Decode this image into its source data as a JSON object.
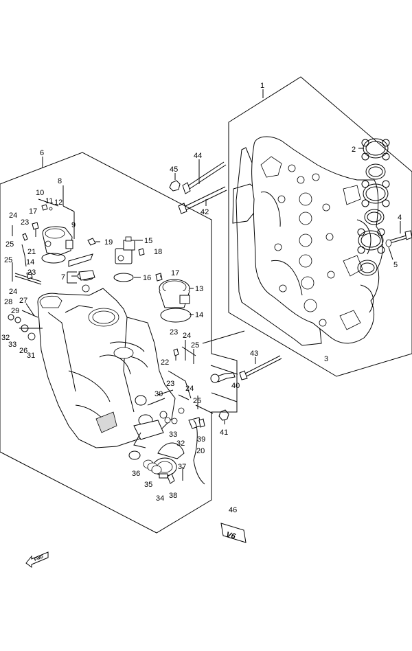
{
  "diagram": {
    "labels": {
      "p1": "1",
      "p2": "2",
      "p3": "3",
      "p4": "4",
      "p5": "5",
      "p6": "6",
      "p7": "7",
      "p8": "8",
      "p9": "9",
      "p10": "10",
      "p11": "11",
      "p12": "12",
      "p13": "13",
      "p14a": "14",
      "p14b": "14",
      "p15": "15",
      "p16": "16",
      "p17a": "17",
      "p17b": "17",
      "p18": "18",
      "p19": "19",
      "p20": "20",
      "p21": "21",
      "p22": "22",
      "p23a": "23",
      "p23b": "23",
      "p23c": "23",
      "p23d": "23",
      "p24a": "24",
      "p24b": "24",
      "p24c": "24",
      "p24d": "24",
      "p25a": "25",
      "p25b": "25",
      "p25c": "25",
      "p25d": "25",
      "p25e": "25",
      "p26": "26",
      "p27": "27",
      "p28": "28",
      "p29": "29",
      "p30": "30",
      "p31": "31",
      "p32a": "32",
      "p32b": "32",
      "p33a": "33",
      "p33b": "33",
      "p34": "34",
      "p35": "35",
      "p36": "36",
      "p37": "37",
      "p38": "38",
      "p39": "39",
      "p40": "40",
      "p41": "41",
      "p42": "42",
      "p43": "43",
      "p44": "44",
      "p45": "45",
      "p46": "46"
    },
    "badge_text": "V6",
    "fwd_text": "FWD"
  }
}
